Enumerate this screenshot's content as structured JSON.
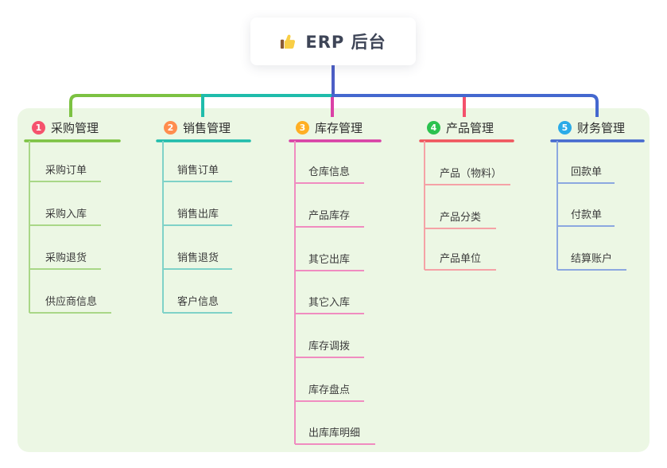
{
  "root": {
    "label": "ERP 后台",
    "icon": "thumbs-up-icon"
  },
  "branches": [
    {
      "badge": "1",
      "label": "采购管理",
      "line_color": "#7cc242",
      "sub_line_color": "#a9d787",
      "badge_color": "#f5526d",
      "items": [
        "采购订单",
        "采购入库",
        "采购退货",
        "供应商信息"
      ]
    },
    {
      "badge": "2",
      "label": "销售管理",
      "line_color": "#1fbcab",
      "sub_line_color": "#7fd2c8",
      "badge_color": "#ff8d4e",
      "items": [
        "销售订单",
        "销售出库",
        "销售退货",
        "客户信息"
      ]
    },
    {
      "badge": "3",
      "label": "库存管理",
      "line_color": "#d83fa5",
      "sub_line_color": "#f08cc0",
      "badge_color": "#ffaf24",
      "items": [
        "仓库信息",
        "产品库存",
        "其它出库",
        "其它入库",
        "库存调拨",
        "库存盘点",
        "出库库明细"
      ]
    },
    {
      "badge": "4",
      "label": "产品管理",
      "line_color": "#f0545c",
      "sub_line_color": "#f5a2a6",
      "badge_color": "#2bc24e",
      "items": [
        "产品（物料）",
        "产品分类",
        "产品单位"
      ]
    },
    {
      "badge": "5",
      "label": "财务管理",
      "line_color": "#4468cf",
      "sub_line_color": "#8ca8e0",
      "badge_color": "#2aabe8",
      "items": [
        "回款单",
        "付款单",
        "结算账户"
      ]
    }
  ],
  "colors": {
    "canvas_panel": "#ecf7e4",
    "root_connector": "#4c5ec6",
    "page_background": "#ffffff",
    "root_text": "#3e4557"
  }
}
